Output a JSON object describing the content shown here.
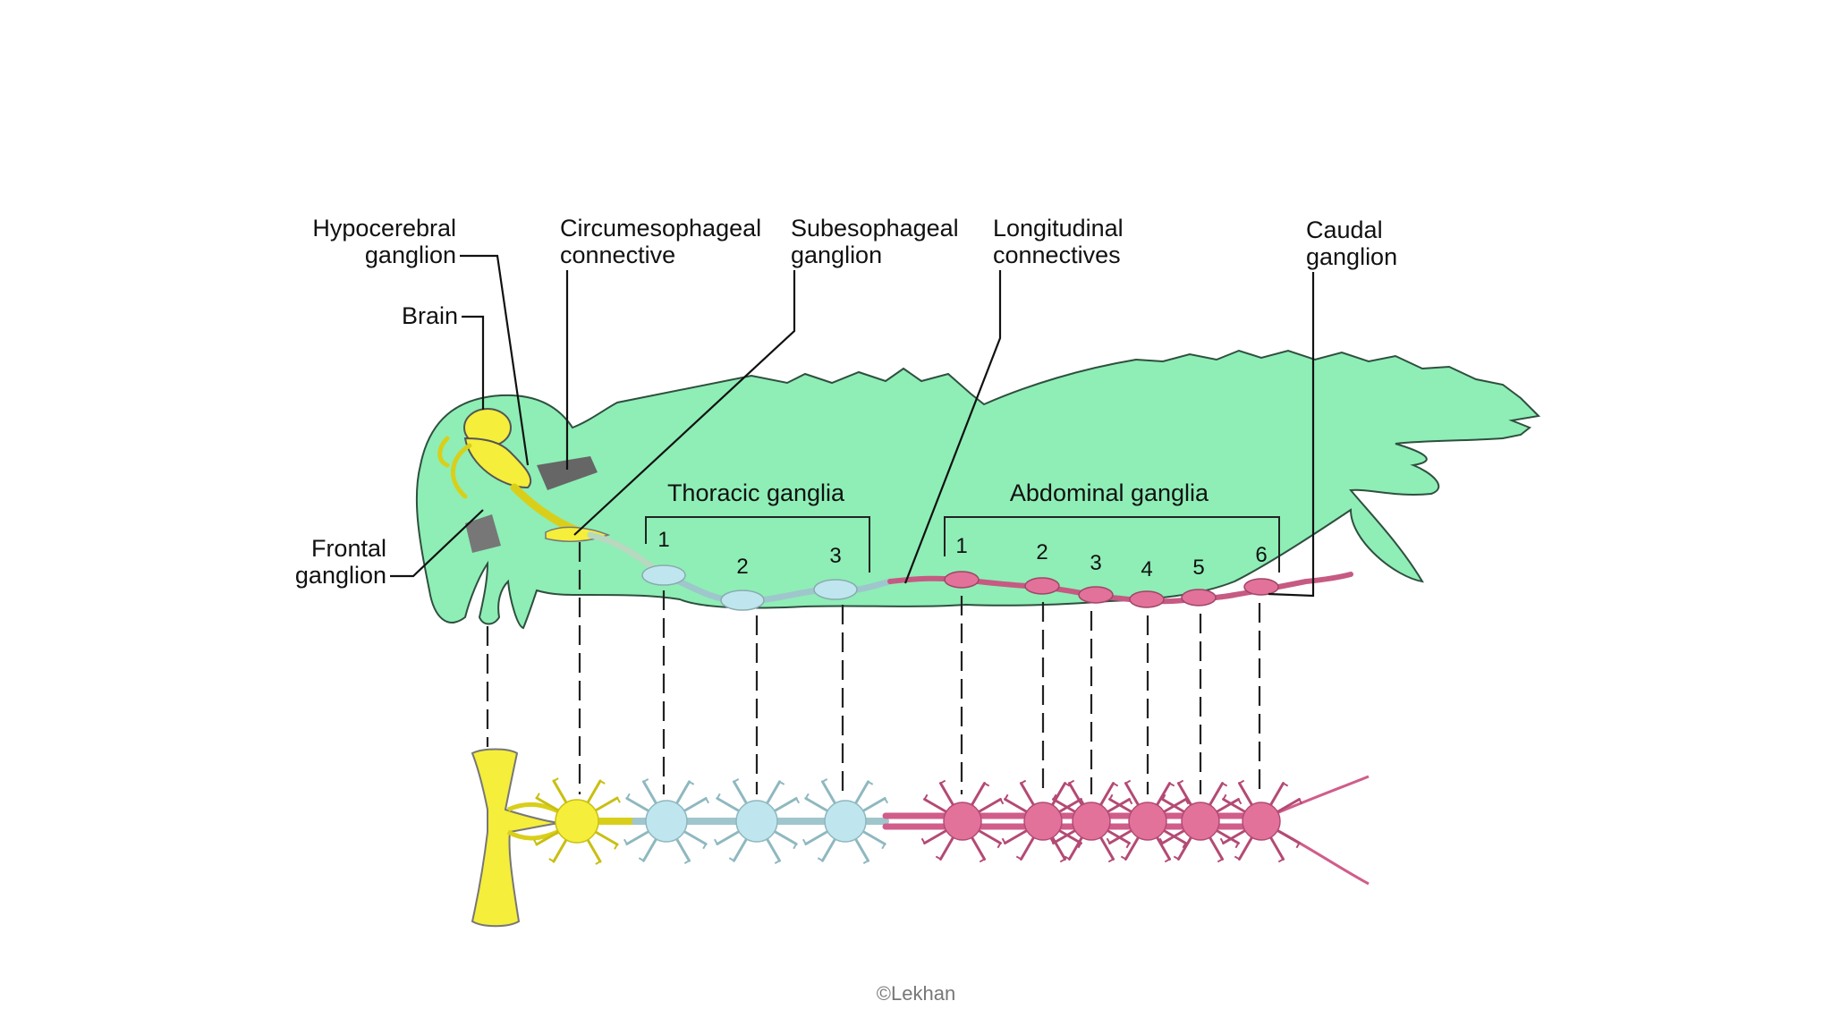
{
  "labels": {
    "hypocerebral": [
      "Hypocerebral",
      "ganglion"
    ],
    "brain": "Brain",
    "circumesophageal": [
      "Circumesophageal",
      "connective"
    ],
    "subesophageal": [
      "Subesophageal",
      "ganglion"
    ],
    "longitudinal": [
      "Longitudinal",
      "connectives"
    ],
    "caudal": [
      "Caudal",
      "ganglion"
    ],
    "frontal": [
      "Frontal",
      "ganglion"
    ]
  },
  "groups": {
    "thoracic": "Thoracic ganglia",
    "abdominal": "Abdominal ganglia"
  },
  "thoracic_numbers": [
    "1",
    "2",
    "3"
  ],
  "abdominal_numbers": [
    "1",
    "2",
    "3",
    "4",
    "5",
    "6"
  ],
  "copyright": "©Lekhan",
  "colors": {
    "body": "#8eeeb6",
    "brain": "#f5ee3a",
    "thoracic": "#bfe6ee",
    "abdominal": "#e2729a",
    "outline": "#333333"
  }
}
